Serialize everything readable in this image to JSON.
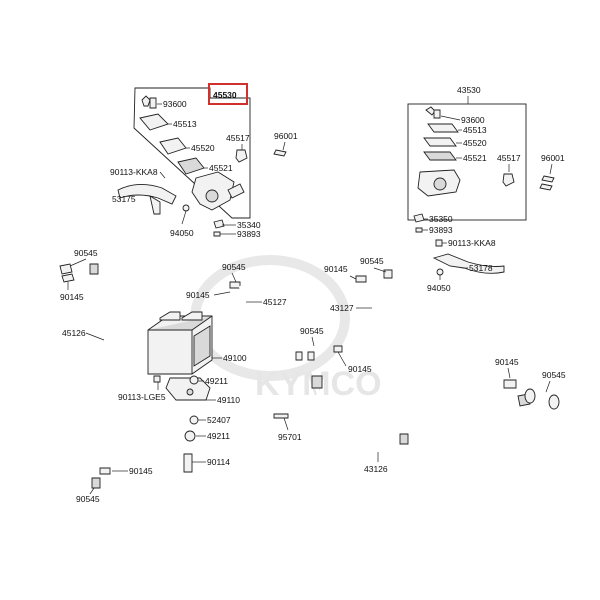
{
  "highlight_color": "#d0312d",
  "watermark": "KYMCO",
  "labels": {
    "p45530_highlight": "45530",
    "p93600_l": "93600",
    "p45513_l": "45513",
    "p45517_l": "45517",
    "p96001_l": "96001",
    "p45520_l": "45520",
    "p45521_l": "45521",
    "p90113_kka8_l": "90113-KKA8",
    "p53175": "53175",
    "p94050_l": "94050",
    "p35340": "35340",
    "p93893_l": "93893",
    "p43530": "43530",
    "p93600_r": "93600",
    "p45513_r": "45513",
    "p45520_r": "45520",
    "p45521_r": "45521",
    "p45517_r": "45517",
    "p96001_r": "96001",
    "p35350": "35350",
    "p93893_r": "93893",
    "p90113_kka8_r": "90113-KKA8",
    "p53178": "53178",
    "p94050_r": "94050",
    "p90545_a": "90545",
    "p90145_a": "90145",
    "p45126": "45126",
    "p90145_b": "90145",
    "p90545_b": "90545",
    "p90545_c": "90545",
    "p90145_c": "90145",
    "p45127": "45127",
    "p49100": "49100",
    "p90113_lge5": "90113-LGE5",
    "p49211_a": "49211",
    "p49110": "49110",
    "p52407": "52407",
    "p49211_b": "49211",
    "p90114": "90114",
    "p90145_d": "90145",
    "p90545_d": "90545",
    "p43127": "43127",
    "p90545_e": "90545",
    "p90145_e": "90145",
    "p95701": "95701",
    "p43126": "43126",
    "p90145_f": "90145",
    "p90545_f": "90545"
  }
}
